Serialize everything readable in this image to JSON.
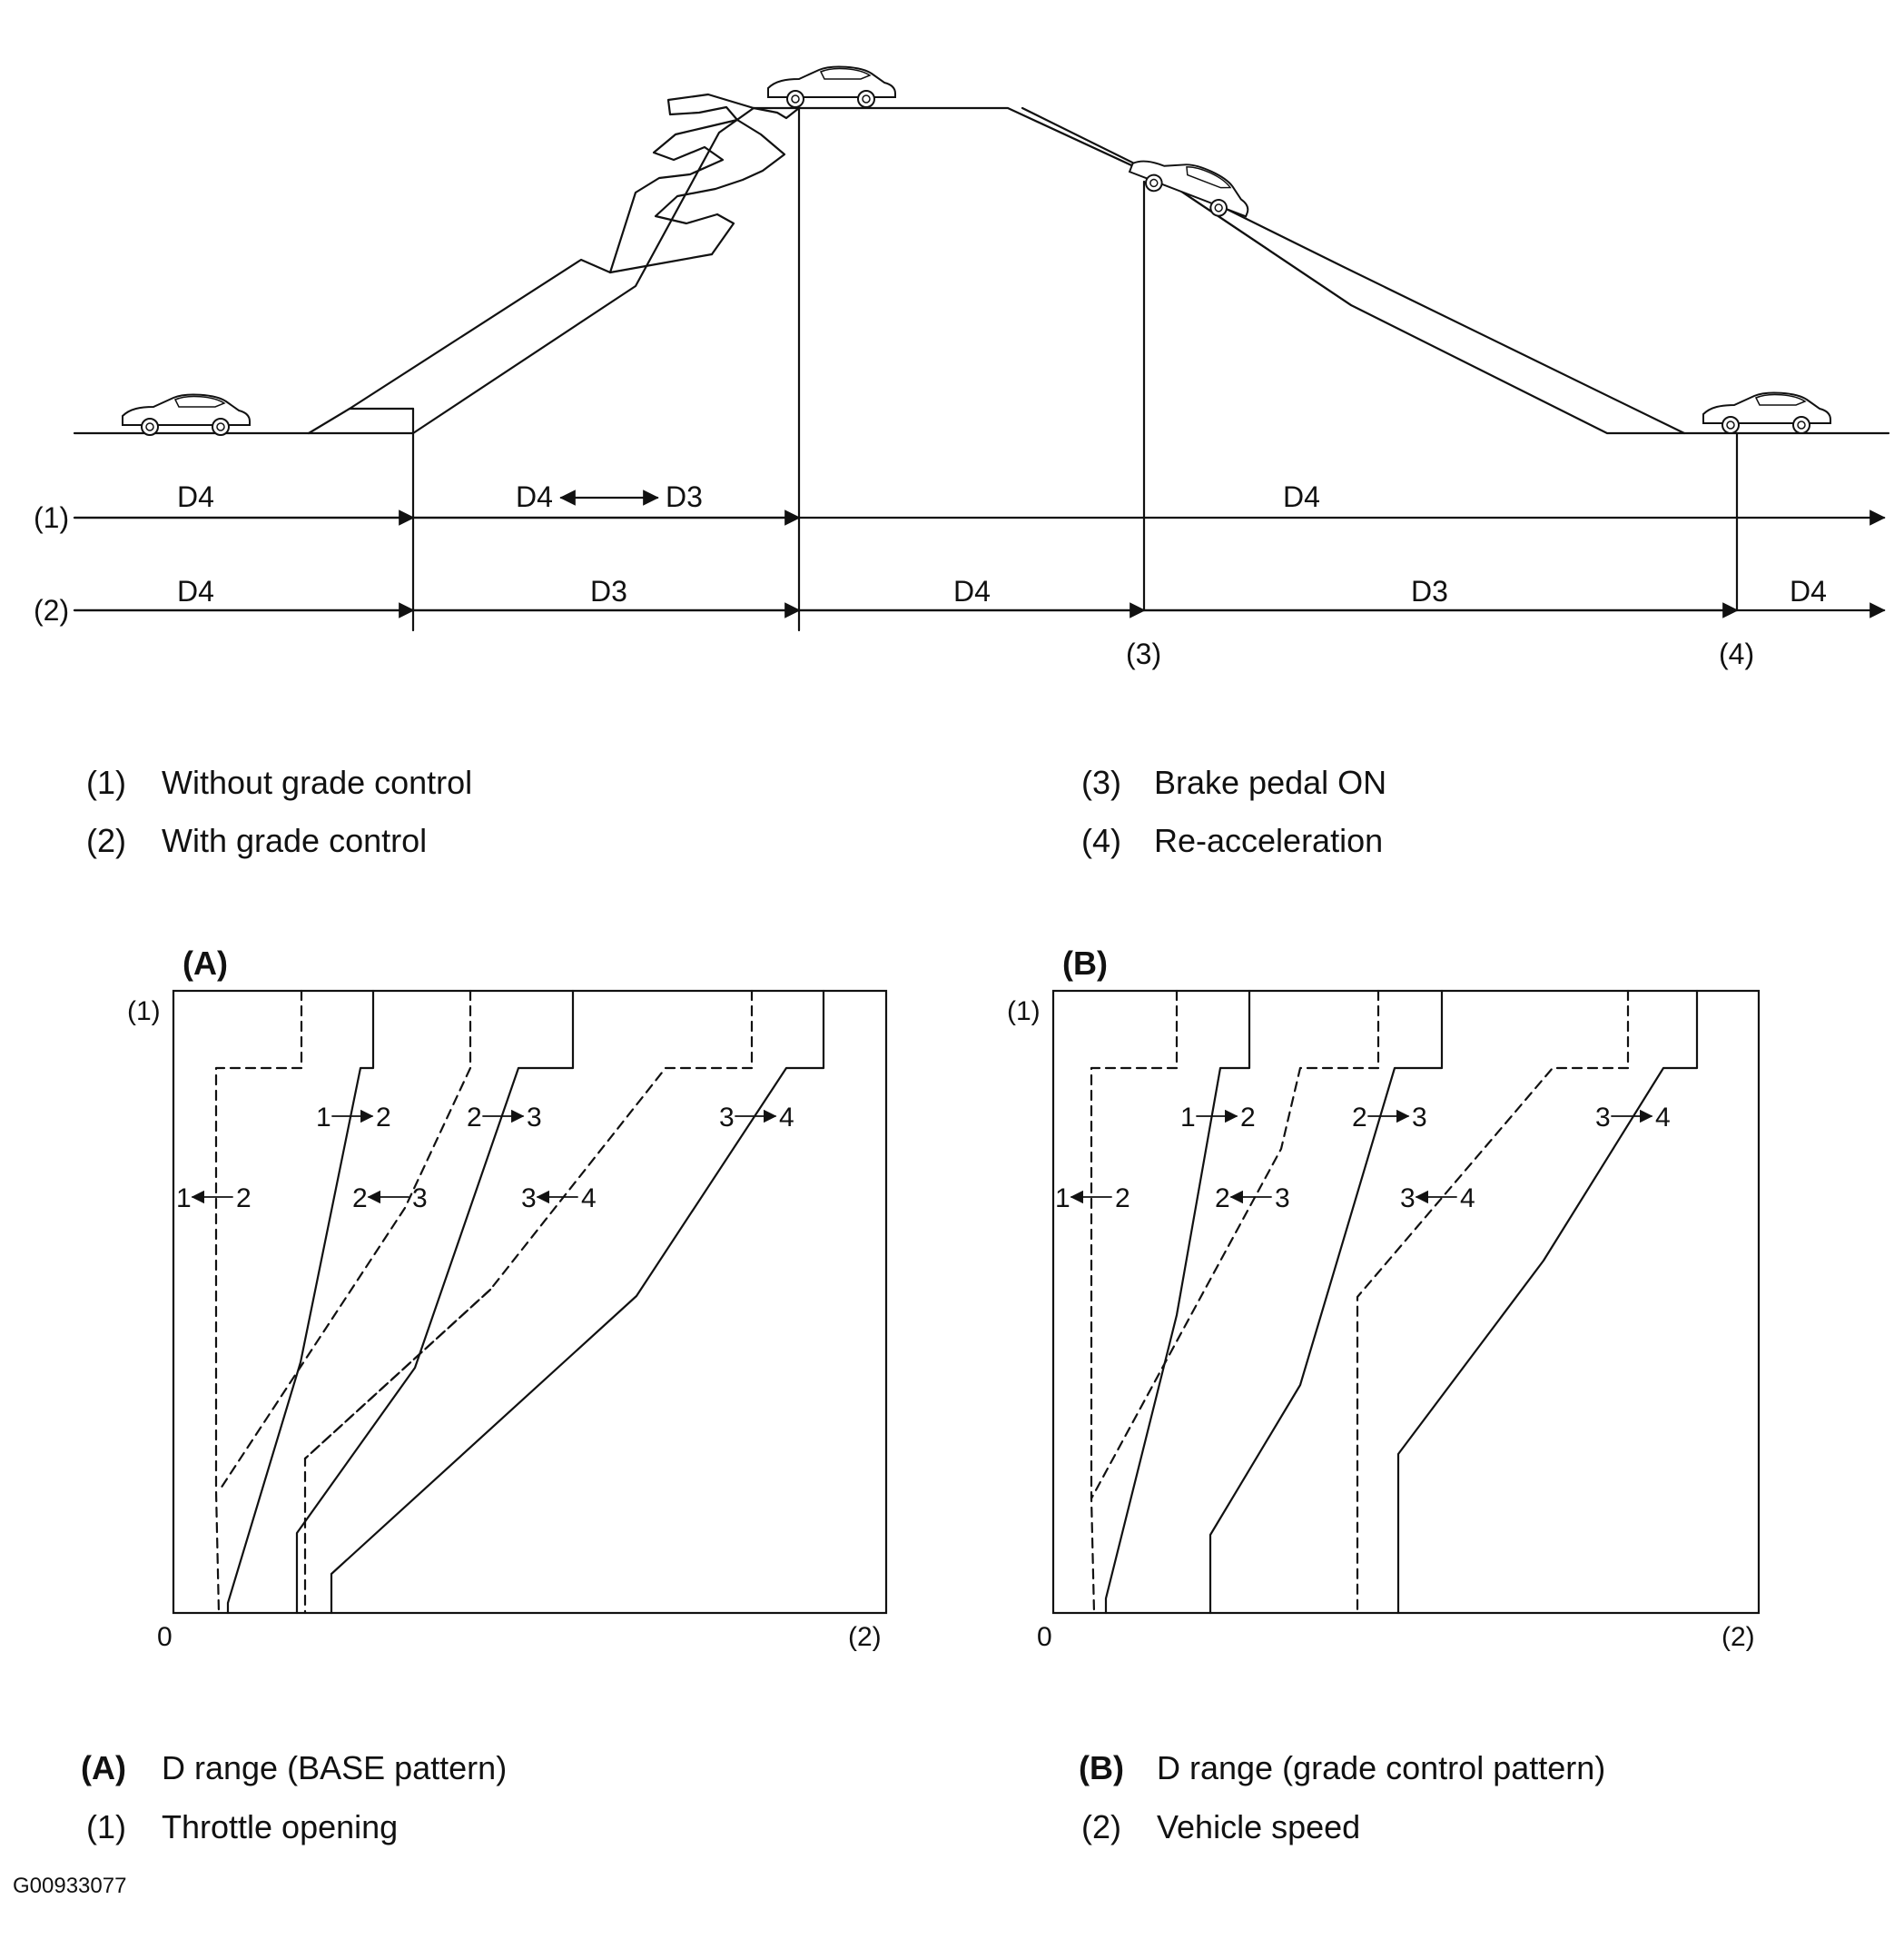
{
  "road_diagram": {
    "row1_tag": "(1)",
    "row2_tag": "(2)",
    "row1_segments": [
      "D4",
      "D4",
      "D3",
      "D4"
    ],
    "row2_segments": [
      "D4",
      "D3",
      "D4",
      "D3",
      "D4"
    ],
    "marker3": "(3)",
    "marker4": "(4)"
  },
  "legend_top": [
    {
      "num": "(1)",
      "text": "Without grade control"
    },
    {
      "num": "(2)",
      "text": "With grade control"
    },
    {
      "num": "(3)",
      "text": "Brake pedal ON"
    },
    {
      "num": "(4)",
      "text": "Re-acceleration"
    }
  ],
  "graphs": [
    {
      "tag": "(A)",
      "y_axis_tag": "(1)",
      "x_axis_tag": "(2)",
      "origin": "0",
      "upshift_labels": [
        [
          "1",
          "2"
        ],
        [
          "2",
          "3"
        ],
        [
          "3",
          "4"
        ]
      ],
      "downshift_labels": [
        [
          "1",
          "2"
        ],
        [
          "2",
          "3"
        ],
        [
          "3",
          "4"
        ]
      ]
    },
    {
      "tag": "(B)",
      "y_axis_tag": "(1)",
      "x_axis_tag": "(2)",
      "origin": "0",
      "upshift_labels": [
        [
          "1",
          "2"
        ],
        [
          "2",
          "3"
        ],
        [
          "3",
          "4"
        ]
      ],
      "downshift_labels": [
        [
          "1",
          "2"
        ],
        [
          "2",
          "3"
        ],
        [
          "3",
          "4"
        ]
      ]
    }
  ],
  "legend_bottom": [
    {
      "num": "(A)",
      "text": "D range (BASE pattern)"
    },
    {
      "num": "(1)",
      "text": "Throttle opening"
    },
    {
      "num": "(B)",
      "text": "D range (grade control pattern)"
    },
    {
      "num": "(2)",
      "text": "Vehicle speed"
    }
  ],
  "figure_code": "G00933077",
  "colors": {
    "ink": "#111111",
    "background": "#ffffff"
  }
}
